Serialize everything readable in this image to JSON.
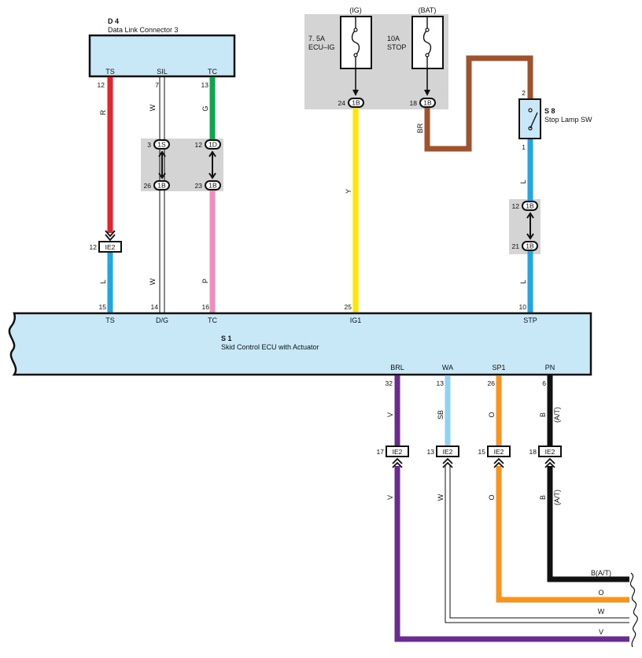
{
  "d4": {
    "ref": "D 4",
    "name": "Data Link Connector 3",
    "terminals": [
      {
        "label": "TS",
        "pin": "12"
      },
      {
        "label": "SIL",
        "pin": "7"
      },
      {
        "label": "TC",
        "pin": "13"
      }
    ]
  },
  "fuses": [
    {
      "supply": "(IG)",
      "rating": "7. 5A",
      "name": "ECU–IG",
      "connector": "1B",
      "pin": "24"
    },
    {
      "supply": "(BAT)",
      "rating": "10A",
      "name": "STOP",
      "connector": "1B",
      "pin": "18"
    }
  ],
  "s8": {
    "ref": "S 8",
    "name": "Stop Lamp SW",
    "pin_top": "2",
    "pin_bottom": "1"
  },
  "s1": {
    "ref": "S 1",
    "name": "Skid Control ECU with Actuator",
    "top_terminals": [
      {
        "label": "TS",
        "pin": "15"
      },
      {
        "label": "D/G",
        "pin": "14"
      },
      {
        "label": "TC",
        "pin": "16"
      },
      {
        "label": "IG1",
        "pin": "25"
      },
      {
        "label": "STP",
        "pin": "10"
      }
    ],
    "bottom_terminals": [
      {
        "label": "BRL",
        "pin": "32"
      },
      {
        "label": "WA",
        "pin": "13"
      },
      {
        "label": "SP1",
        "pin": "26"
      },
      {
        "label": "PN",
        "pin": "6"
      }
    ]
  },
  "junctions": {
    "sil_upper": {
      "pin": "3",
      "conn": "1S"
    },
    "sil_lower": {
      "pin": "26",
      "conn": "1B"
    },
    "tc_upper": {
      "pin": "12",
      "conn": "1D"
    },
    "tc_lower": {
      "pin": "23",
      "conn": "1B"
    },
    "stp_upper": {
      "pin": "12",
      "conn": "1B"
    },
    "stp_lower": {
      "pin": "21",
      "conn": "1B"
    },
    "ts_ie2": {
      "pin": "12",
      "conn": "IE2"
    },
    "brl_ie2": {
      "pin": "17",
      "conn": "IE2"
    },
    "wa_ie2": {
      "pin": "13",
      "conn": "IE2"
    },
    "sp1_ie2": {
      "pin": "15",
      "conn": "IE2"
    },
    "pn_ie2": {
      "pin": "18",
      "conn": "IE2"
    }
  },
  "wire_colors": {
    "ts_upper": "R",
    "ts_lower": "L",
    "sil_upper": "W",
    "sil_lower": "W",
    "tc_upper": "G",
    "tc_lower": "P",
    "ig": "Y",
    "stop": "BR",
    "stp_upper": "L",
    "stp_lower": "L",
    "brl_upper": "V",
    "brl_lower": "V",
    "wa_upper": "SB",
    "wa_lower": "W",
    "sp1_upper": "O",
    "sp1_lower": "O",
    "pn_upper": "B",
    "pn_upper_note": "(A/T)",
    "pn_lower": "B",
    "pn_lower_note": "(A/T)"
  },
  "outputs": [
    {
      "label": "B(A/T)"
    },
    {
      "label": "O"
    },
    {
      "label": "W"
    },
    {
      "label": "V"
    }
  ],
  "colors": {
    "connector_fill": "#c8e8f8",
    "panel_grey": "#d4d4d4",
    "red": "#e8222a",
    "blue": "#1ea6e6",
    "green": "#0aa84a",
    "pink": "#f38cbc",
    "yellow": "#ffe600",
    "brown": "#a0522d",
    "purple": "#6a2d8e",
    "lightblue": "#8fd3f0",
    "orange": "#f7941d",
    "black": "#111111"
  }
}
